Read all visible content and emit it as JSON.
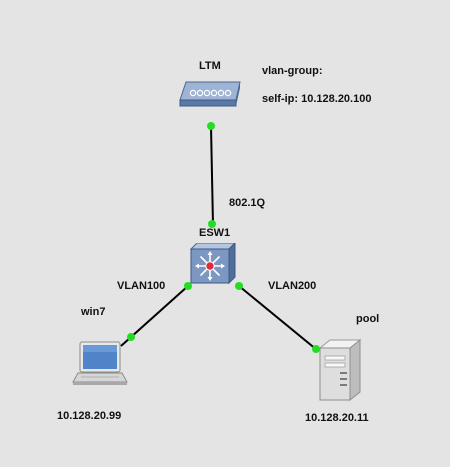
{
  "nodes": {
    "ltm": {
      "name": "LTM",
      "note_line1": "vlan-group:",
      "note_line2": "self-ip: 10.128.20.100"
    },
    "esw1": {
      "name": "ESW1"
    },
    "win7": {
      "name": "win7",
      "ip": "10.128.20.99"
    },
    "pool": {
      "name": "pool",
      "ip": "10.128.20.11"
    }
  },
  "links": {
    "trunk": "802.1Q",
    "vlan100": "VLAN100",
    "vlan200": "VLAN200"
  },
  "colors": {
    "background": "#e4e4e4",
    "link_line": "#000000",
    "port_dot": "#22dd22",
    "device_blue": "#6f8fb8"
  }
}
